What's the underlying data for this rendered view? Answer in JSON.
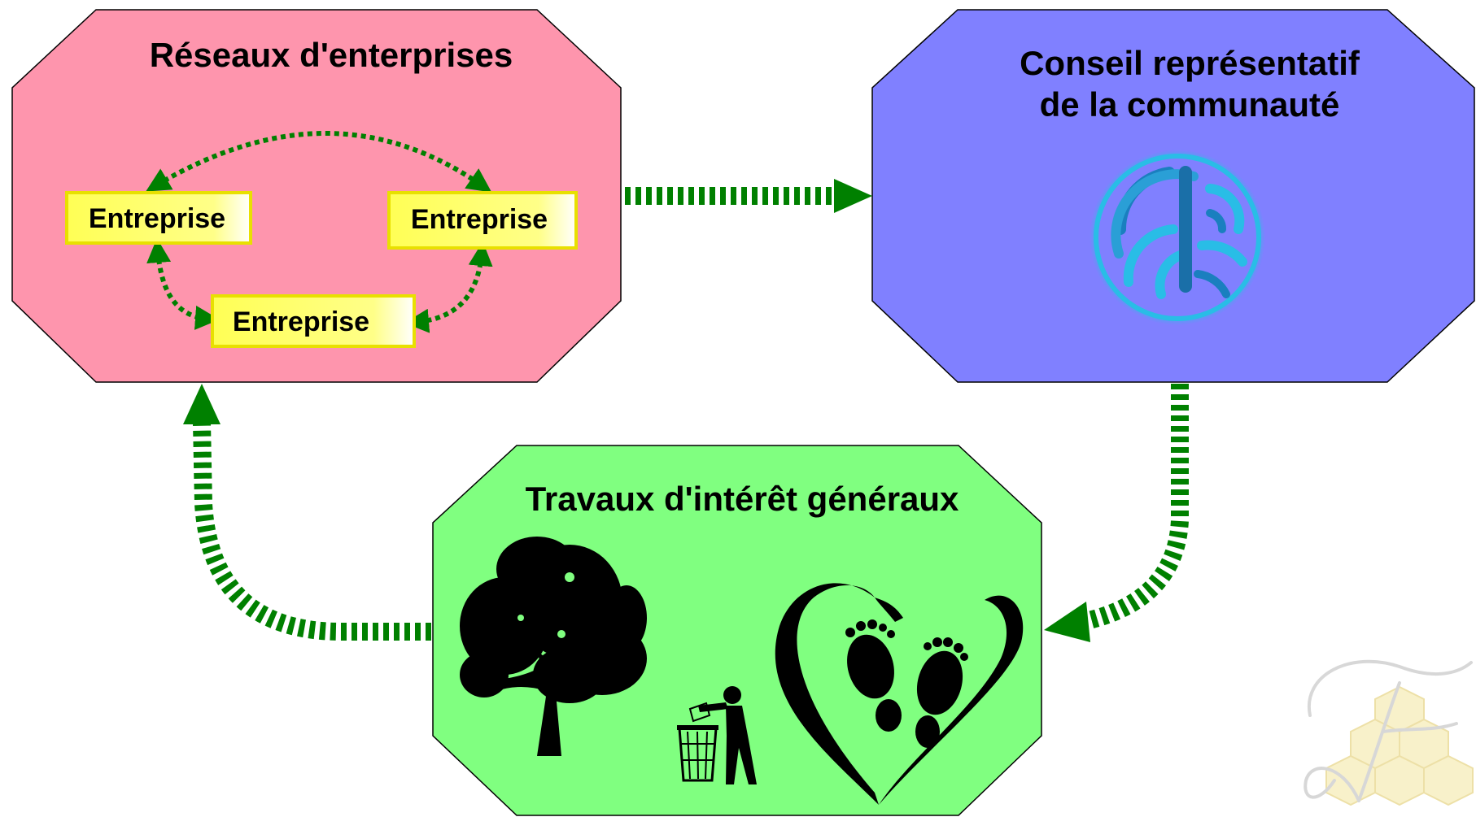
{
  "nodes": {
    "networks": {
      "title": "Réseaux d'enterprises",
      "color": "#fe95ad",
      "enterprises": [
        "Entreprise",
        "Entreprise",
        "Entreprise"
      ]
    },
    "council": {
      "title_line1": "Conseil représentatif",
      "title_line2": "de la communauté",
      "color": "#8080ff"
    },
    "works": {
      "title": "Travaux d'intérêt généraux",
      "color": "#80ff80"
    }
  },
  "colors": {
    "arrow": "#008000",
    "enterprise_box": "#ffff66",
    "enterprise_border": "#e8e000",
    "emblem": "#29bde6",
    "emblem_dark": "#1a7fbf",
    "silhouette": "#000000"
  },
  "icons": [
    "tree-icon",
    "trash-bin-icon",
    "heart-footprints-icon",
    "emblem-icon",
    "logo-watermark-icon"
  ]
}
